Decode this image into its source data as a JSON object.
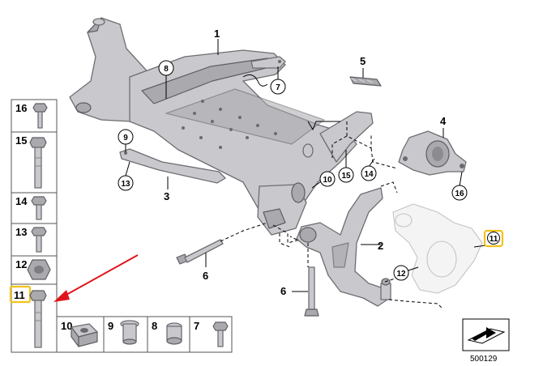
{
  "diagram": {
    "callouts": [
      {
        "id": "1",
        "label": "1"
      },
      {
        "id": "2",
        "label": "2"
      },
      {
        "id": "3",
        "label": "3"
      },
      {
        "id": "4",
        "label": "4"
      },
      {
        "id": "5",
        "label": "5"
      },
      {
        "id": "6a",
        "label": "6"
      },
      {
        "id": "6b",
        "label": "6"
      },
      {
        "id": "7",
        "label": "7"
      },
      {
        "id": "8",
        "label": "8"
      },
      {
        "id": "9",
        "label": "9"
      },
      {
        "id": "10",
        "label": "10"
      },
      {
        "id": "11",
        "label": "11"
      },
      {
        "id": "12",
        "label": "12"
      },
      {
        "id": "13",
        "label": "13"
      },
      {
        "id": "14",
        "label": "14"
      },
      {
        "id": "15",
        "label": "15"
      },
      {
        "id": "16",
        "label": "16"
      }
    ],
    "legend": [
      {
        "id": "16",
        "label": "16"
      },
      {
        "id": "15",
        "label": "15"
      },
      {
        "id": "14",
        "label": "14"
      },
      {
        "id": "13",
        "label": "13"
      },
      {
        "id": "12",
        "label": "12"
      },
      {
        "id": "11",
        "label": "11",
        "highlighted": true
      },
      {
        "id": "10",
        "label": "10"
      },
      {
        "id": "9",
        "label": "9"
      },
      {
        "id": "8",
        "label": "8"
      },
      {
        "id": "7",
        "label": "7"
      }
    ],
    "document_number": "500129",
    "colors": {
      "highlight": "#f2c21b",
      "arrow": "#e0141b",
      "part_fill": "#c9c9cd",
      "part_stroke": "#6d6d72"
    }
  }
}
